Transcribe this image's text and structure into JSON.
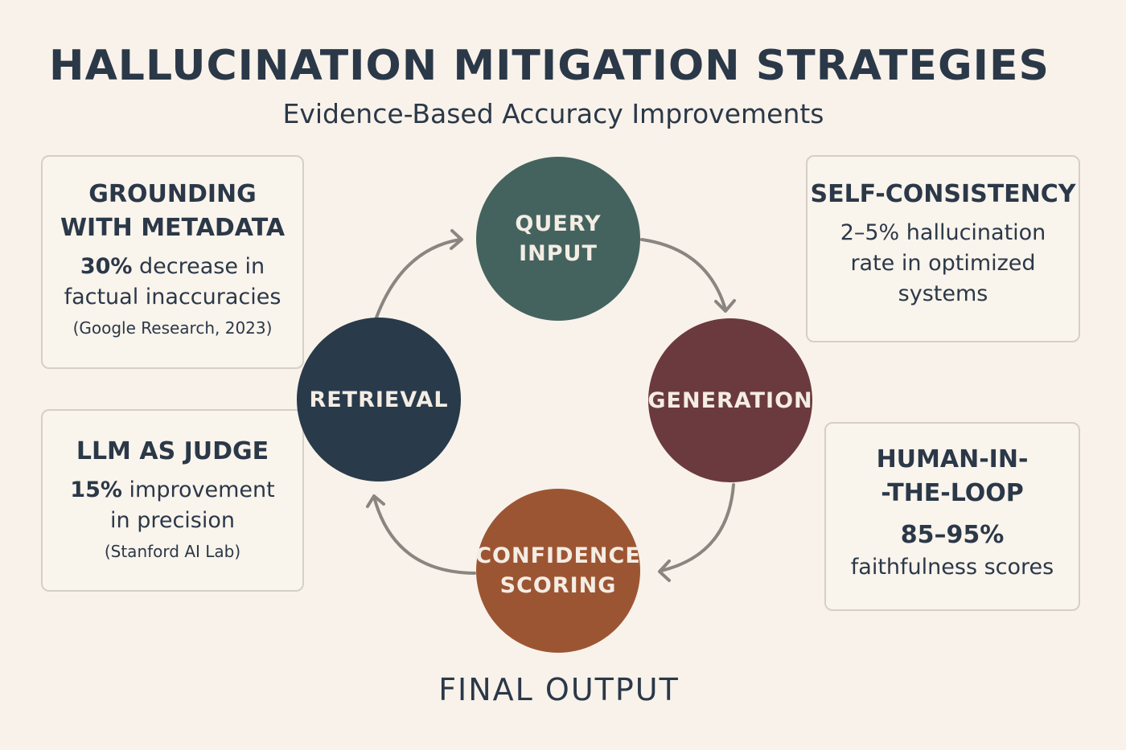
{
  "header": {
    "title": "HALLUCINATION MITIGATION STRATEGIES",
    "subtitle": "Evidence-Based Accuracy Improvements"
  },
  "colors": {
    "background": "#f8f2ea",
    "query": "#44635f",
    "generation": "#6b3a3e",
    "retrieval": "#293a4a",
    "confidence": "#9c5533",
    "arrow": "#8a8580"
  },
  "cycle": {
    "query": [
      "QUERY",
      "INPUT"
    ],
    "generation": "GENERATION",
    "confidence": [
      "CONFIDENCE",
      "SCORING"
    ],
    "retrieval": "RETRIEVAL"
  },
  "cards": {
    "grounding": {
      "title": [
        "GROUNDING",
        "WITH METADATA"
      ],
      "stat": "30%",
      "text1": " decrease in",
      "text2": "factual inaccuracies",
      "source": "(Google Research, 2023)"
    },
    "judge": {
      "title": "LLM AS JUDGE",
      "stat": "15%",
      "text1": " improvement",
      "text2": "in precision",
      "source": "(Stanford AI Lab)"
    },
    "consistency": {
      "title": "SELF-CONSISTENCY",
      "lines": [
        "2–5% hallucination",
        "rate in optimized",
        "systems"
      ]
    },
    "human": {
      "title": [
        "HUMAN-IN-",
        "-THE-LOOP"
      ],
      "stat": "85–95%",
      "text": "faithfulness scores"
    }
  },
  "footer": {
    "label": "FINAL OUTPUT"
  }
}
